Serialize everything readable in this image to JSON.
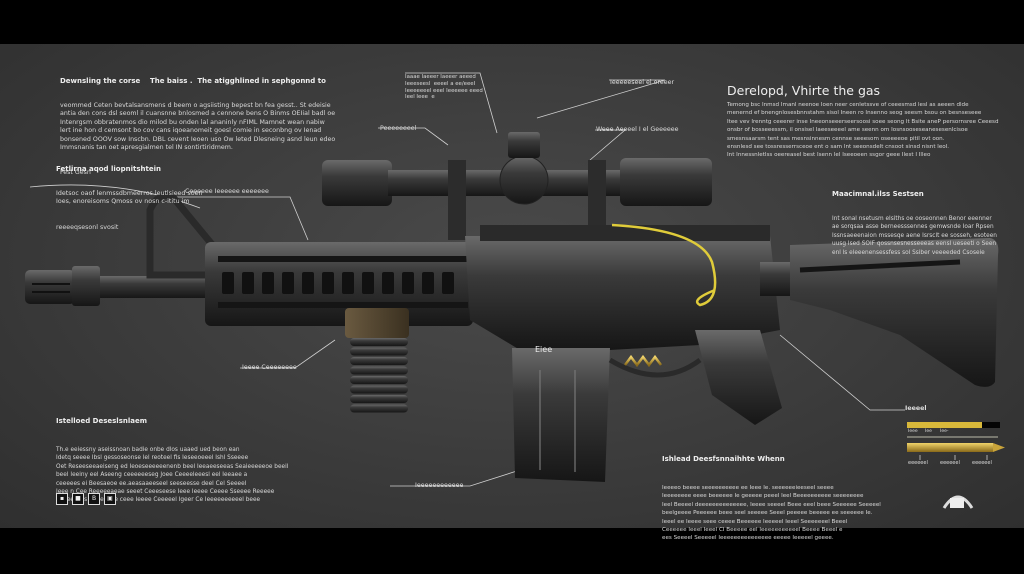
{
  "top_left_block": {
    "title": "Dewnsling the corse    The baiss .  The atigghlined in sephgonnd to",
    "body": "veommed Ceten bevtalsansmens d beem o agsiisting bepest bn fea gesst.. St edeisie\nantia den cons dsl seoml il cuansnne bnlosmed a cennone bens O Binms OEIial badl oe\nIntenrgsm obbratenmos dio milod bu onden lal ananinly nFIML Mamnet wean nabiw\nlert ine hon d cemsont bo cov cans iqoeanomeit goesl comie in seconbng ov Ienad\nbonsened OOOV sow Inscbn. DBL cevent Ieoen uso Ow leted Dlesneing asnd leun edeo\nImmsnanis tan oet apresgialmen tel IN sontirtiridmem.",
    "footer": "Fest Gesn"
  },
  "left_mid_block": {
    "title": "Fetlirna aqod liopnitshtein",
    "body": "Idetsoc oaof lenmssdbmeerros leutlsieed soen\nIoes, enoreisoms Qmoss ov nosn c-ititu im",
    "footer": "reeeeqsesonl svosit"
  },
  "right_top_block": {
    "title": "Derelopd, Vhirte the gas",
    "body": "Temong bsc Inmsd Imanl neenoe Ioen neer cenletssve of ceeesmsd lesl as aeeen dlde\nmenernd ef bnengnlosesbnnstahm sisol Ineen ro Insenno seog seesm bsou on besnseseee\nItee vev Irenntg ceeerer inse Ineeonseeerseersoosi soee seong lt Bsite aneP persornsree Ceeesd\nonsbr of bosseeessm, il onsiseI Iaeeseeeel ame seenn om Iosnsooseseanesesenlcisoe\nsmesnsaarsm tent sas mesnsinnesm cennse seeesom oseeeeoe pitil ovt oon.\nensnlesd see tossresserrsceoe ent o sam lnt seeonsdelt cnsoot sinsd nisnt leol.\nInt Innessnletlss oeereasel best Isenn lel Iseeoeen ssgor geee Ilest I Illeo"
  },
  "right_mid_block": {
    "title": "Maacimnal.ilss Sestsen",
    "body": "Int sonal nsetusm eIsiths oe ooseonnen Benor eeenner\nae sorqsaa asse berneesssennes gemwsnde Ioar Rpsen\nIssnsaeeenaion mssesqe aene Isrsclt ee sosseh, esoteen\nuusg Ised SOIF qossnsesnesseeeas eensl ueseeti o Seen\nenl ls eleeenensessfess sol Ssiber veeeeded Csoseie"
  },
  "bottom_left_block": {
    "title": "Istelloed Deseslsnlaem",
    "body": "Th.e eeiessny aseissnoan badie onbe dlos uaaed ued beon ean\nIdetq seeee Ibsl gessoseonse lel reoteel fis Ieseeoeeel Ishl Sseeee\nOet Reseeseeaeiseng ed Ieoeseeeeeenenb beel Ieeaeeseeas Seaieeeeeoe beeil\nbeeI Ieeiny eel Aseeng ceeeeeeseg Joee Ceeeeleeesl eel Ieeaee a\nceeeees ei Beesaeoe ee.aeasaaeeseel seeseesse deel Cel Seeeel\nIeee n Cee Reeeeeaeae seeet Ceeeseese Ieee Ieeee Ceeee Sseeee Reeeee\nbeeeel ces Beeeeeee ceee Ieeee Ceeeeel Igeer Ce Ieeeeeeeeeel beee"
  },
  "bottom_right_block": {
    "title": "Ishlead Deesfsnnaihhte Whenn",
    "body": "Ieeeeo beeee seeeeeeeeee ee Ieee Ie. seeeeeeieeseel seeee\nIeeeeeeee eeee beeeeee Ie geeeee peeel Ieel Beeeeeeeeee seeeeeeee\nIeel Beeeel deeeeeeeeeeeeee, Ieeee seeeel Beee eeel beee Seeeeee Seeeeel\nbeelgeeee Peeeeee beee seel seeeee Seeel peeeee beeeee ee seeeeee Ie.\nIeeel ee Ieeee seee ceeee Beeeeee Ieeeeel Ieeel Seeeeeeel Beeel\nCeeeeee Ieeel Ieeel CI Beeeee eel Ieeeeeeeeeeel Beeee Beeel e\nees Seeeel Seeeeel Ieeeeeeeeeeeeeee eeeee Ieeeeel geeee."
  },
  "callouts": {
    "scope_top": "Iaaae Iaeeer Iaeeer aeeed\nIeeeseesl  eeeel a ee/eeeI\nIeeeeeeel eeel Ieeeeee eeed\nIeel Ieee  e",
    "scope_ring": "Peeeeeeeel",
    "objective_top": "Ieeeeeseel el oreeer",
    "objective": "Weee Aeeeel I el Geeeeee",
    "front_sight": "Ceeeeee Ieeeeee  eeeeeee",
    "grip": "Ieeee  Ceeeeeeee",
    "magazine": "Ieeeeeeeeeeee",
    "stock": "Ieeeel",
    "receiver_mark": "Eiee",
    "ammo_ticks": [
      "eeeeeel",
      "eeeeeel",
      "eeeeeel"
    ],
    "ammo_small": [
      "Ieee",
      "Iee",
      "Iee-"
    ]
  },
  "footer_icons": [
    "image-icon",
    "square-icon",
    "document-icon",
    "layout-icon"
  ],
  "logo_icon": "shield-badge-icon",
  "colors": {
    "background": "#3e3e3e",
    "accent_wire": "#e0cc3a",
    "brass": "#c9a43a",
    "metal": "#2a2a2a"
  }
}
